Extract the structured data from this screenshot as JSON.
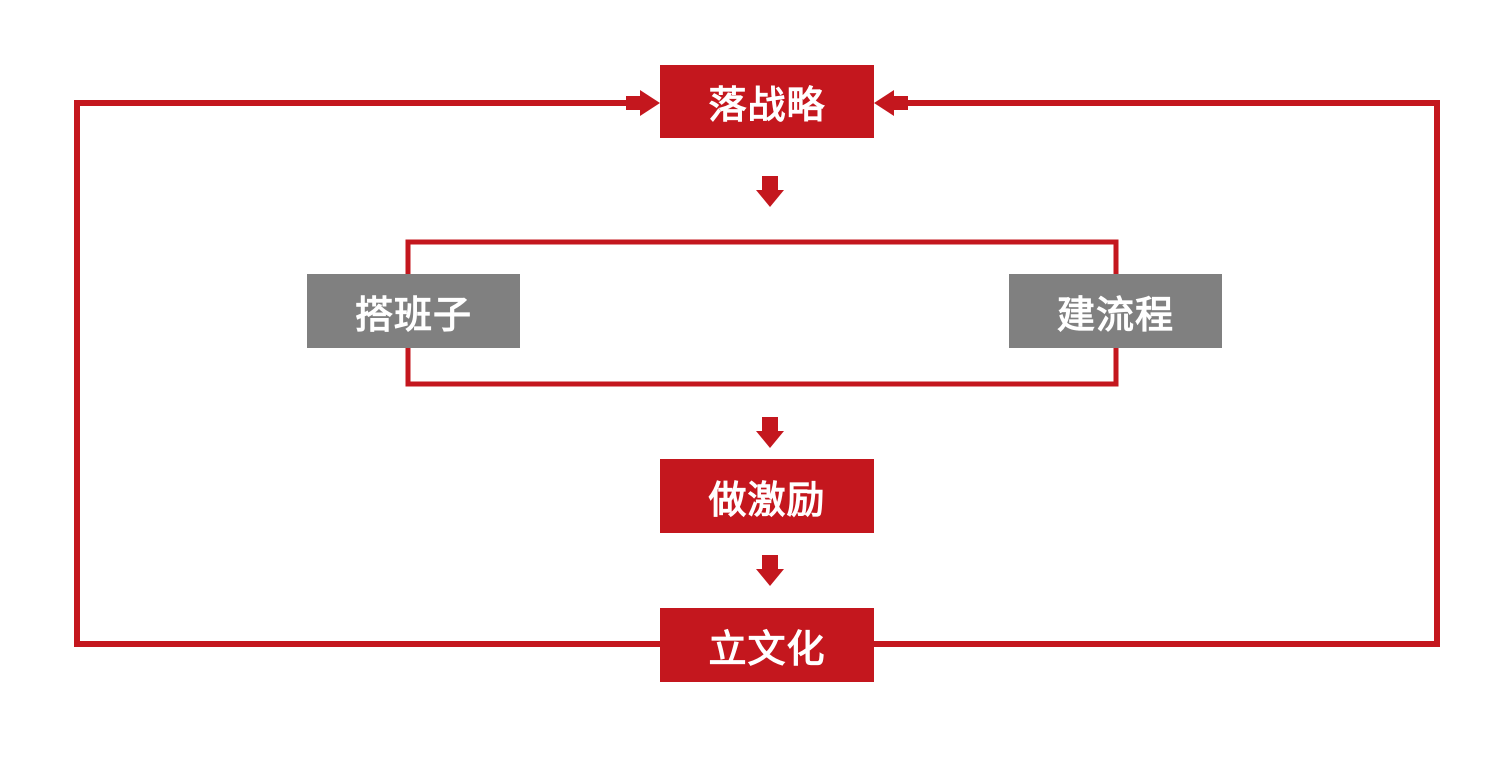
{
  "colors": {
    "primary": "#c4171e",
    "secondary": "#808080",
    "text": "#ffffff",
    "background": "#ffffff"
  },
  "nodes": {
    "strategy": "落战略",
    "team": "搭班子",
    "process": "建流程",
    "incentive": "做激励",
    "culture": "立文化"
  }
}
